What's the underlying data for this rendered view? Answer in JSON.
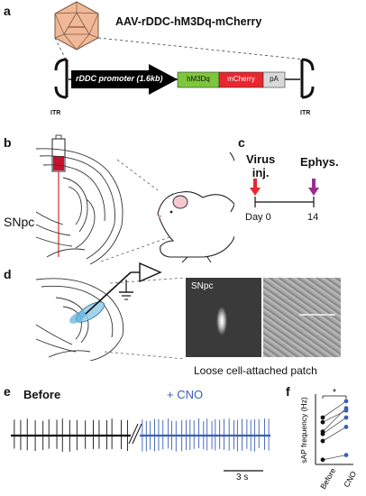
{
  "panels": {
    "a": {
      "label": "a",
      "virus_name": "AAV-rDDC-hM3Dq-mCherry",
      "promoter": "rDDC promoter (1.6kb)",
      "segments": [
        {
          "label": "hM3Dq",
          "color": "#7ec63c"
        },
        {
          "label": "mCherry",
          "color": "#e8262e"
        },
        {
          "label": "pA",
          "color": "#d9d9d9"
        }
      ],
      "itr_left": "ITR",
      "itr_right": "ITR",
      "virus_color": "#f0b896"
    },
    "b": {
      "label": "b",
      "region": "SNpc"
    },
    "c": {
      "label": "c",
      "event1": "Virus\ninj.",
      "event2": "Ephys.",
      "day_start": "Day 0",
      "day_end": "14",
      "arrow1_color": "#e8262e",
      "arrow2_color": "#9b2d8e"
    },
    "d": {
      "label": "d",
      "image_label": "SNpc",
      "caption": "Loose cell-attached patch"
    },
    "e": {
      "label": "e",
      "before_label": "Before",
      "cno_label": "+ CNO",
      "scale_label": "3 s",
      "before_color": "#111111",
      "cno_color": "#3a5fb8"
    },
    "f": {
      "label": "f",
      "significance": "*",
      "chart_data": {
        "type": "scatter",
        "ylabel": "sAP frequency (Hz)",
        "categories": [
          "Before",
          "CNO"
        ],
        "ylim": [
          0,
          15
        ],
        "series": [
          {
            "values": [
              1,
              2
            ]
          },
          {
            "values": [
              5,
              8
            ]
          },
          {
            "values": [
              6.5,
              10
            ]
          },
          {
            "values": [
              7,
              12
            ]
          },
          {
            "values": [
              9,
              11.5
            ]
          },
          {
            "values": [
              10,
              13.5
            ]
          }
        ]
      }
    }
  }
}
